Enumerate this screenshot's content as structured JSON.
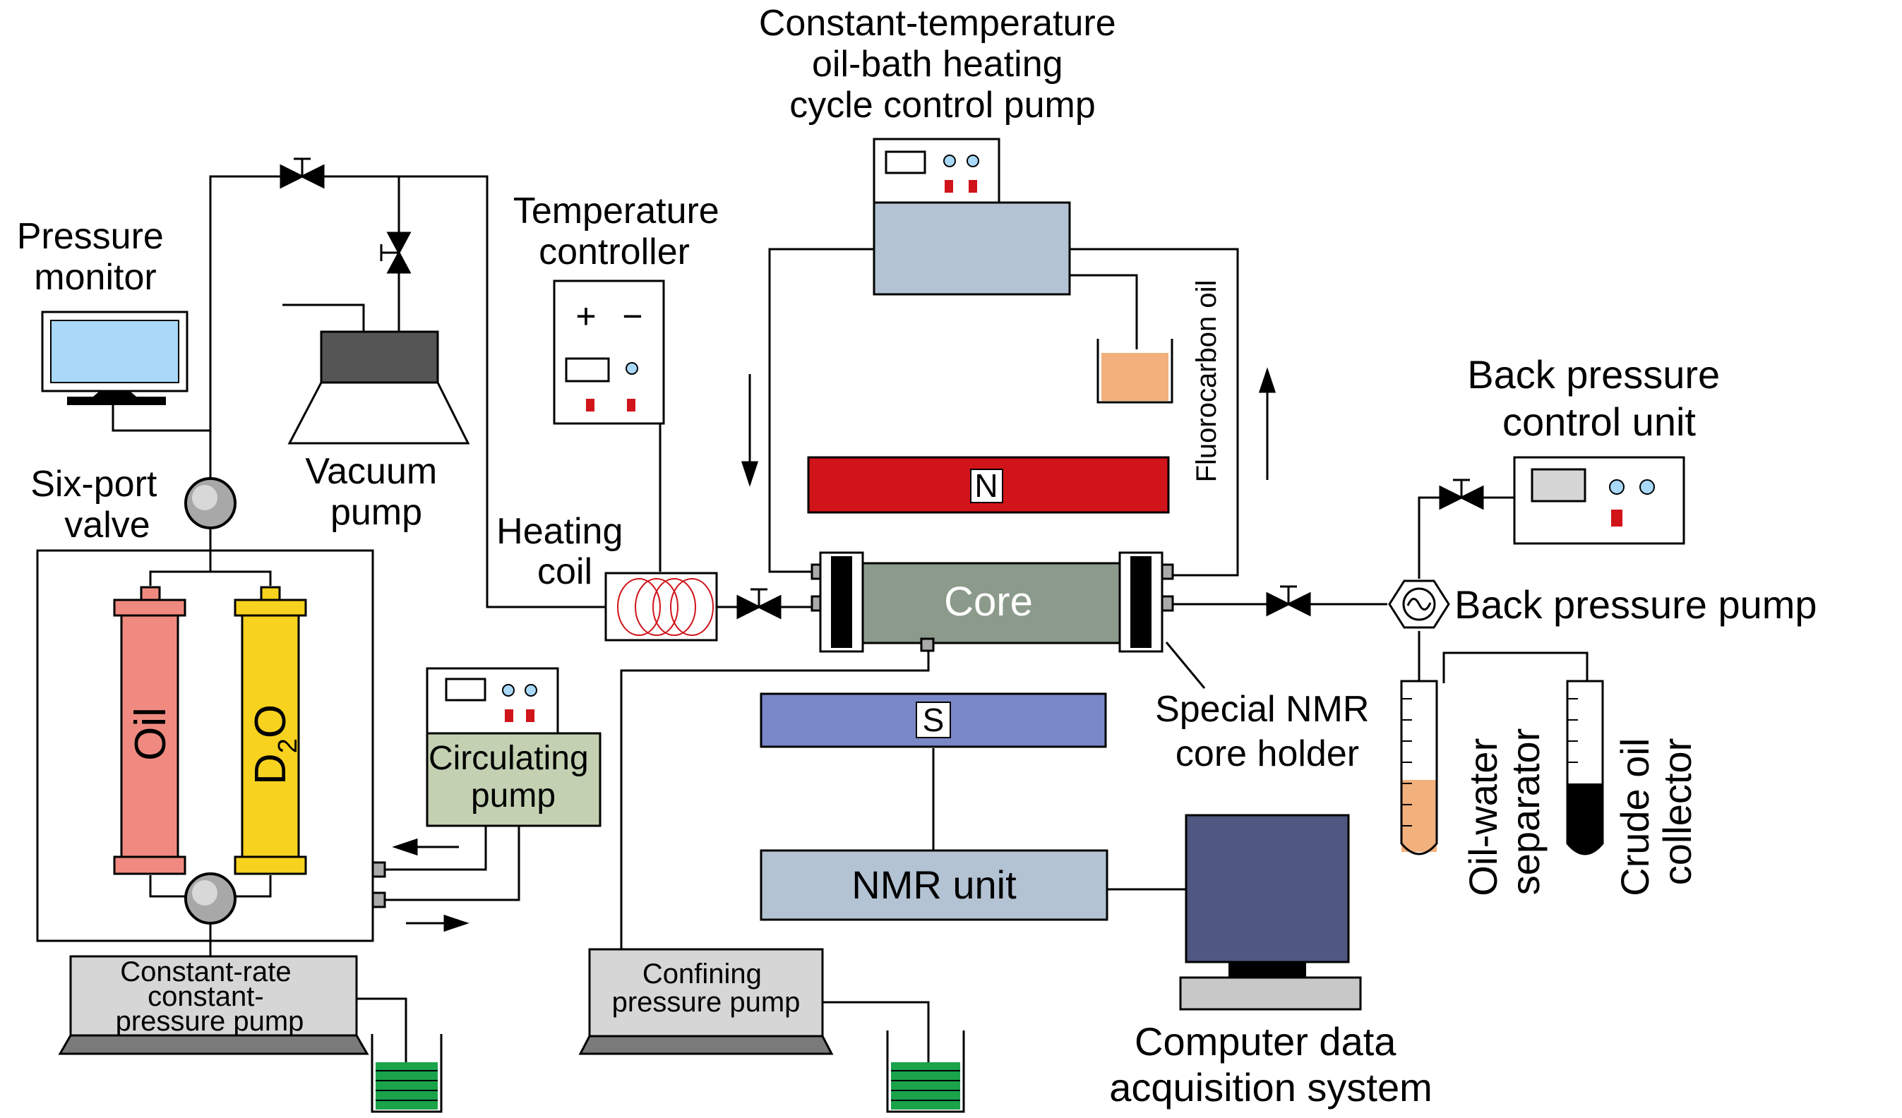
{
  "labels": {
    "oil_bath_pump": [
      "Constant-temperature",
      "oil-bath heating",
      "cycle control pump"
    ],
    "temperature_controller": [
      "Temperature",
      "controller"
    ],
    "pressure_monitor": [
      "Pressure",
      "monitor"
    ],
    "vacuum_pump": [
      "Vacuum",
      "pump"
    ],
    "six_port_valve": [
      "Six-port",
      "valve"
    ],
    "heating_coil": [
      "Heating",
      "coil"
    ],
    "fluorocarbon_oil": "Fluorocarbon oil",
    "back_pressure_control_unit": [
      "Back pressure",
      "control unit"
    ],
    "back_pressure_pump": "Back pressure pump",
    "magnet_n": "N",
    "magnet_s": "S",
    "core": "Core",
    "special_holder": [
      "Special NMR",
      "core holder"
    ],
    "oil_cylinder": "Oil",
    "d2o_cylinder": "D",
    "d2o_subscript": "2",
    "d2o_suffix": "O",
    "circulating_pump": [
      "Circulating",
      "pump"
    ],
    "constant_rate_pump": [
      "Constant-rate",
      "constant-",
      "pressure pump"
    ],
    "confining_pump": [
      "Confining",
      "pressure pump"
    ],
    "nmr_unit": "NMR unit",
    "computer_system": [
      "Computer data",
      "acquisition system"
    ],
    "oil_water_separator": [
      "Oil-water",
      "separator"
    ],
    "crude_oil_collector": [
      "Crude oil",
      "collector"
    ],
    "plus_sign": "+",
    "minus_sign": "−"
  },
  "colors": {
    "oil_cylinder": "#f08a80",
    "d2o_cylinder": "#f7d21e",
    "magnet_n": "#d0141a",
    "magnet_s": "#7a88c8",
    "core": "#8b9a8b",
    "nmr_unit": "#b3c3d3",
    "oil_bath": "#b3c3d3",
    "circulating_pump": "#c3d1b2",
    "monitor_screen": "#a9d8f8",
    "computer_screen": "#4f5880",
    "vacuum_box": "#555555",
    "water_green": "#1aa34a",
    "separator_fill": "#f2b07c"
  }
}
